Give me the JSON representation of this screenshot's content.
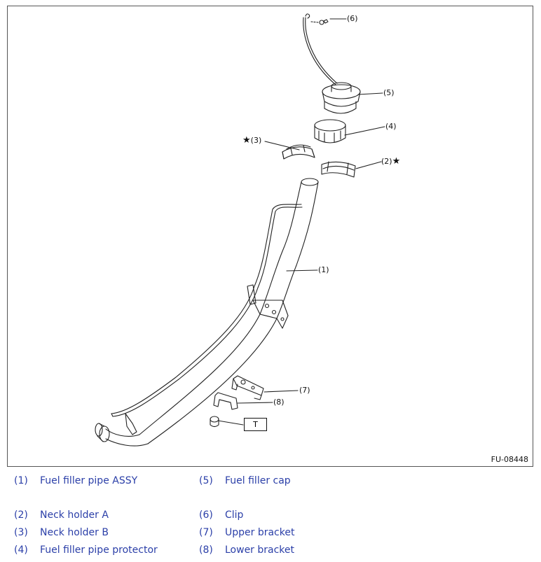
{
  "figure": {
    "code": "FU-08448",
    "torque_label": "T",
    "star_symbol": "★",
    "callouts": {
      "c1": "(1)",
      "c2": "(2)",
      "c3": "(3)",
      "c4": "(4)",
      "c5": "(5)",
      "c6": "(6)",
      "c7": "(7)",
      "c8": "(8)"
    }
  },
  "legend": [
    {
      "num": "(1)",
      "label": "Fuel filler pipe ASSY"
    },
    {
      "num": "(2)",
      "label": "Neck holder A"
    },
    {
      "num": "(3)",
      "label": "Neck holder B"
    },
    {
      "num": "(4)",
      "label": "Fuel filler pipe protector"
    },
    {
      "num": "(5)",
      "label": "Fuel filler cap"
    },
    {
      "num": "(6)",
      "label": "Clip"
    },
    {
      "num": "(7)",
      "label": "Upper bracket"
    },
    {
      "num": "(8)",
      "label": "Lower bracket"
    }
  ],
  "colors": {
    "legend_text": "#2b3fa8",
    "line": "#222222"
  }
}
